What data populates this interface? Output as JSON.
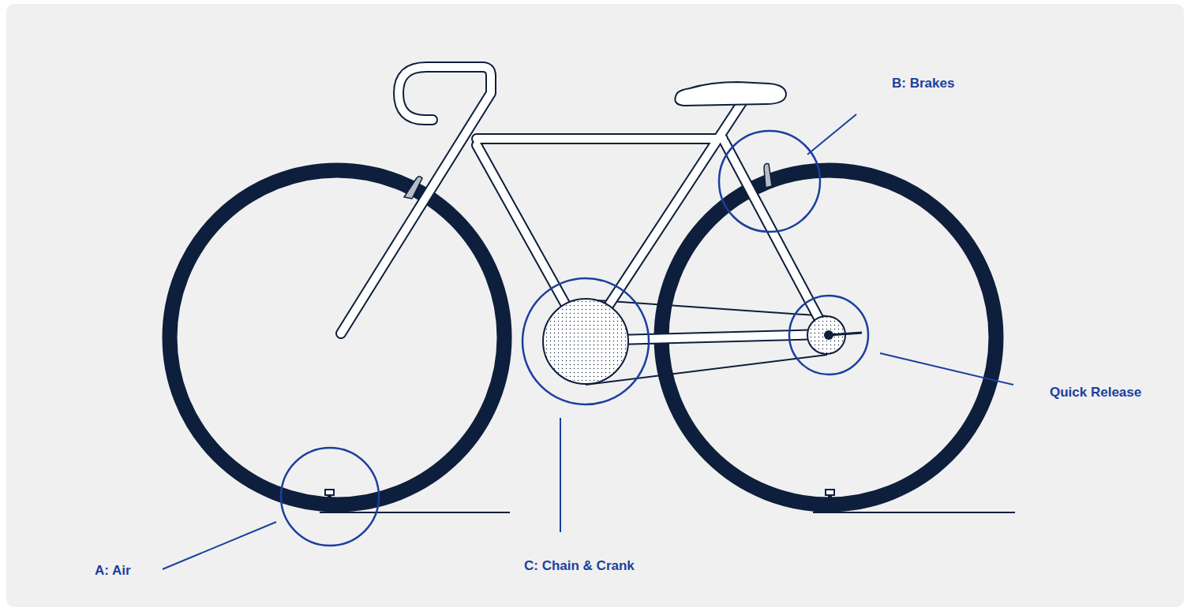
{
  "diagram": {
    "labels": [
      "B: Brakes",
      "Quick Release",
      "A: Air",
      "C: Chain & Crank"
    ]
  }
}
